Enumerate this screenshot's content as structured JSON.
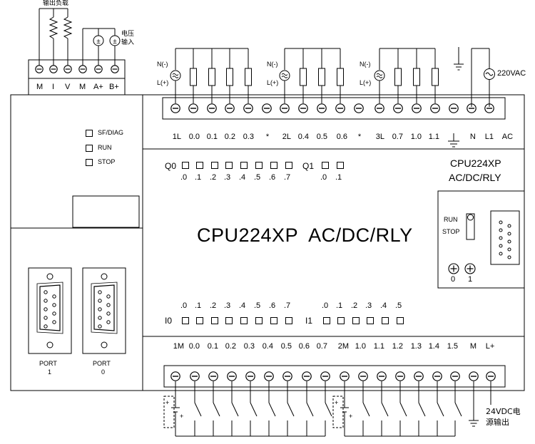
{
  "top_left_terminals": {
    "labels": [
      "M",
      "I",
      "V",
      "M",
      "A+",
      "B+"
    ],
    "output_load_label": "输出负载",
    "voltage_input_label_1": "电压",
    "voltage_input_label_2": "输入"
  },
  "status_leds": [
    "SF/DIAG",
    "RUN",
    "STOP"
  ],
  "output_terminals": {
    "labels": [
      "1L",
      "0.0",
      "0.1",
      "0.2",
      "0.3",
      "*",
      "2L",
      "0.4",
      "0.5",
      "0.6",
      "*",
      "3L",
      "0.7",
      "1.0",
      "1.1",
      "",
      "N",
      "L1",
      "AC"
    ],
    "supply_label": "220VAC",
    "neutral_label": "N(-)",
    "line_label": "L(+)"
  },
  "output_leds": {
    "group0_label": "Q0",
    "group0_bits": [
      ".0",
      ".1",
      ".2",
      ".3",
      ".4",
      ".5",
      ".6",
      ".7"
    ],
    "group1_label": "Q1",
    "group1_bits": [
      ".0",
      ".1"
    ]
  },
  "model_label_line1": "CPU224XP",
  "model_label_line2": "AC/DC/RLY",
  "center_title": "CPU224XP  AC/DC/RLY",
  "run_stop_switch": {
    "run": "RUN",
    "stop": "STOP"
  },
  "potentiometers": [
    "0",
    "1"
  ],
  "input_leds": {
    "group0_label": "I0",
    "group0_bits": [
      ".0",
      ".1",
      ".2",
      ".3",
      ".4",
      ".5",
      ".6",
      ".7"
    ],
    "group1_label": "I1",
    "group1_bits": [
      ".0",
      ".1",
      ".2",
      ".3",
      ".4",
      ".5"
    ]
  },
  "input_terminals": {
    "labels": [
      "1M",
      "0.0",
      "0.1",
      "0.2",
      "0.3",
      "0.4",
      "0.5",
      "0.6",
      "0.7",
      "2M",
      "1.0",
      "1.1",
      "1.2",
      "1.3",
      "1.4",
      "1.5",
      "M",
      "L+"
    ],
    "output_24v_line1": "24VDC电",
    "output_24v_line2": "源输出"
  },
  "ports": [
    {
      "name": "PORT",
      "number": "1"
    },
    {
      "name": "PORT",
      "number": "0"
    }
  ]
}
